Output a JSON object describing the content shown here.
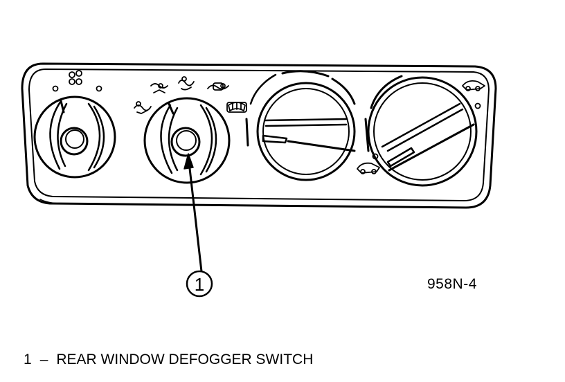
{
  "callout": {
    "number": "1"
  },
  "figure_code": "958N-4",
  "legend": [
    {
      "number": "1",
      "separator": "–",
      "text": "REAR WINDOW DEFOGGER SWITCH"
    }
  ],
  "icons": [
    "fan-icon",
    "panel-vent-icon",
    "bi-level-icon",
    "floor-icon",
    "mix-icon",
    "defrost-icon",
    "rear-defrost-icon",
    "recirculation-icon",
    "fresh-air-icon"
  ],
  "colors": {
    "ink": "#000000",
    "paper": "#ffffff"
  }
}
